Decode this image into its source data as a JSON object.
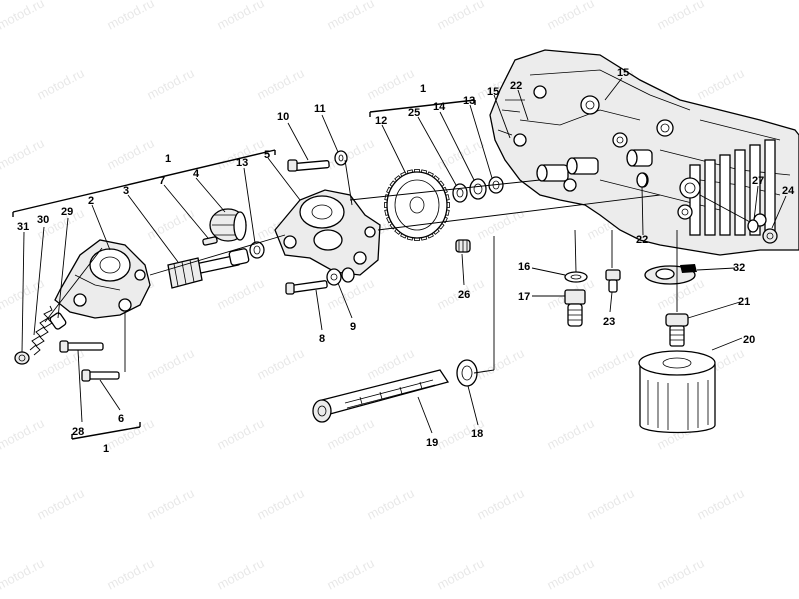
{
  "watermark": "motod.ru",
  "callouts": {
    "c1": "1",
    "c2": "2",
    "c3": "3",
    "c4": "4",
    "c5": "5",
    "c6": "6",
    "c7": "7",
    "c8": "8",
    "c9": "9",
    "c10": "10",
    "c11": "11",
    "c12": "12",
    "c13": "13",
    "c14": "14",
    "c15": "15",
    "c16": "16",
    "c17": "17",
    "c18": "18",
    "c19": "19",
    "c20": "20",
    "c21": "21",
    "c22": "22",
    "c23": "23",
    "c24": "24",
    "c25": "25",
    "c26": "26",
    "c27": "27",
    "c28": "28",
    "c29": "29",
    "c30": "30",
    "c31": "31",
    "c32": "32"
  }
}
